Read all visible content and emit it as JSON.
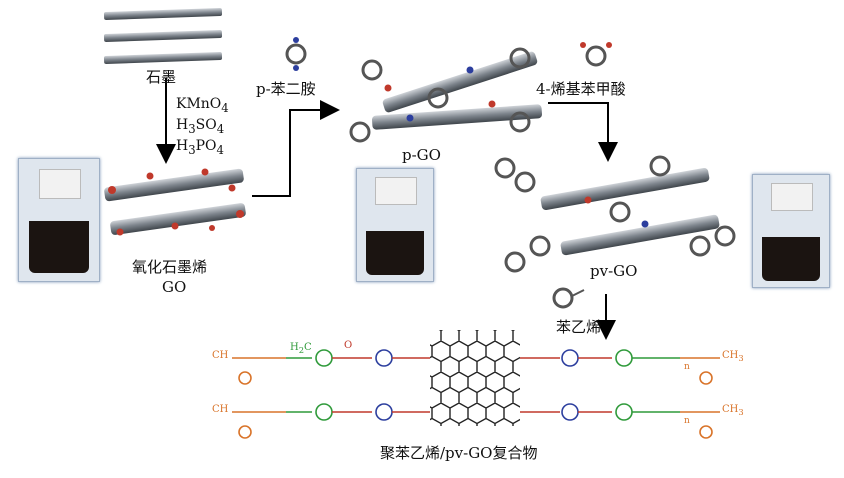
{
  "labels": {
    "graphite": "石墨",
    "reagent1": "KMnO",
    "reagent1_sub": "4",
    "reagent2_a": "H",
    "reagent2_sub1": "3",
    "reagent2_b": "SO",
    "reagent2_sub2": "4",
    "reagent3_a": "H",
    "reagent3_sub1": "3",
    "reagent3_b": "PO",
    "reagent3_sub2": "4",
    "go_cn": "氧化石墨烯",
    "go_en": "GO",
    "ppd": "p-苯二胺",
    "pgo": "p-GO",
    "vinylbenzoic": "4-烯基苯甲酸",
    "pvgo": "pv-GO",
    "styrene": "苯乙烯",
    "composite": "聚苯乙烯/pv-GO复合物"
  },
  "chain_labels": {
    "ch": "CH",
    "h2": "H",
    "sub2": "2",
    "c": "C",
    "ch3": "CH",
    "sub3": "3",
    "n": "n",
    "o": "O"
  },
  "colors": {
    "polystyrene": "#d9742a",
    "vinyl": "#2f9a3a",
    "amide": "#c0392b",
    "amine": "#2c3e9e",
    "graphene": "#222222",
    "arrow": "#000000"
  }
}
